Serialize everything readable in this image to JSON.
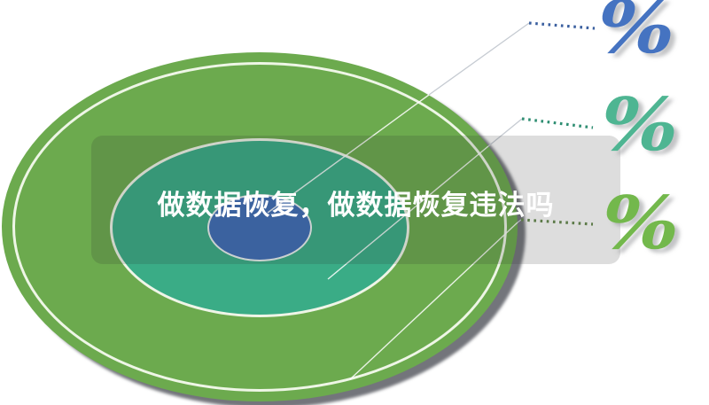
{
  "diagram": {
    "title": "做数据恢复，做数据恢复违法吗",
    "rings": [
      {
        "name": "outer-ring",
        "color": "#6CAA4E"
      },
      {
        "name": "middle-ring",
        "color": "#3AAC86"
      },
      {
        "name": "inner-ring",
        "color": "#3F6DB5"
      }
    ],
    "band_color": "#E0E0DE",
    "callouts": [
      {
        "symbol": "%",
        "color": "#4573C1",
        "dot_color": "#3A5F9F"
      },
      {
        "symbol": "%",
        "color": "#4EB592",
        "dot_color": "#2E8E72"
      },
      {
        "symbol": "%",
        "color": "#73B84C",
        "dot_color": "#5C7A48"
      }
    ]
  }
}
